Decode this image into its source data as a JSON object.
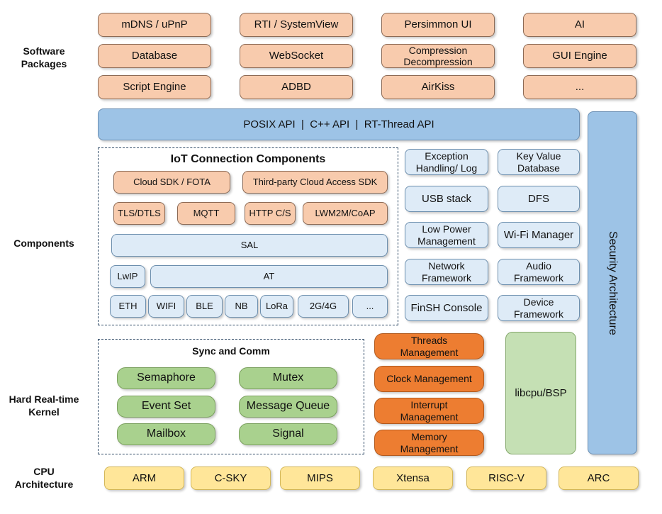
{
  "side_labels": {
    "software_packages": "Software\nPackages",
    "components": "Components",
    "kernel": "Hard Real-time\nKernel",
    "cpu": "CPU\nArchitecture"
  },
  "software_packages": [
    "mDNS / uPnP",
    "RTI / SystemView",
    "Persimmon UI",
    "AI",
    "Database",
    "WebSocket",
    "Compression\nDecompression",
    "GUI Engine",
    "Script Engine",
    "ADBD",
    "AirKiss",
    "..."
  ],
  "api_bar": "POSIX API  |  C++ API  |  RT-Thread API",
  "security": "Security Architecture",
  "iot": {
    "title": "IoT Connection Components",
    "cloud_sdk": "Cloud SDK / FOTA",
    "third_party": "Third-party Cloud Access SDK",
    "tls": "TLS/DTLS",
    "mqtt": "MQTT",
    "http": "HTTP C/S",
    "lwm2m": "LWM2M/CoAP",
    "sal": "SAL",
    "lwip": "LwIP",
    "at": "AT",
    "links": [
      "ETH",
      "WIFI",
      "BLE",
      "NB",
      "LoRa",
      "2G/4G",
      "..."
    ]
  },
  "components": [
    "Exception\nHandling/ Log",
    "Key Value\nDatabase",
    "USB stack",
    "DFS",
    "Low Power\nManagement",
    "Wi-Fi Manager",
    "Network\nFramework",
    "Audio\nFramework",
    "FinSH Console",
    "Device\nFramework"
  ],
  "sync": {
    "title": "Sync and Comm",
    "items": [
      "Semaphore",
      "Mutex",
      "Event Set",
      "Message Queue",
      "Mailbox",
      "Signal"
    ]
  },
  "kernel_mgmt": [
    "Threads\nManagement",
    "Clock Management",
    "Interrupt\nManagement",
    "Memory\nManagement"
  ],
  "libcpu": "libcpu/BSP",
  "cpu_arch": [
    "ARM",
    "C-SKY",
    "MIPS",
    "Xtensa",
    "RISC-V",
    "ARC"
  ],
  "colors": {
    "package": "#f8cbad",
    "api": "#9dc3e6",
    "component": "#deebf7",
    "sync_item": "#a9d18e",
    "kernel_item": "#ed7d31",
    "libcpu": "#c5e0b4",
    "cpu": "#ffe699"
  }
}
